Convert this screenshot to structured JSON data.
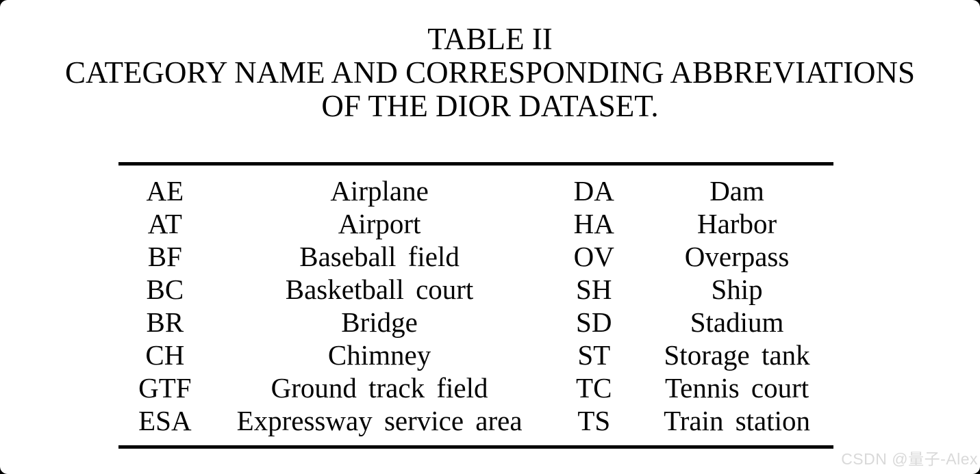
{
  "caption": {
    "line1": "TABLE II",
    "line2": "CATEGORY NAME AND CORRESPONDING ABBREVIATIONS",
    "line3": "OF THE DIOR DATASET."
  },
  "table": {
    "rows": [
      {
        "left_abbr": "AE",
        "left_name": "Airplane",
        "right_abbr": "DA",
        "right_name": "Dam"
      },
      {
        "left_abbr": "AT",
        "left_name": "Airport",
        "right_abbr": "HA",
        "right_name": "Harbor"
      },
      {
        "left_abbr": "BF",
        "left_name": "Baseball field",
        "right_abbr": "OV",
        "right_name": "Overpass"
      },
      {
        "left_abbr": "BC",
        "left_name": "Basketball court",
        "right_abbr": "SH",
        "right_name": "Ship"
      },
      {
        "left_abbr": "BR",
        "left_name": "Bridge",
        "right_abbr": "SD",
        "right_name": "Stadium"
      },
      {
        "left_abbr": "CH",
        "left_name": "Chimney",
        "right_abbr": "ST",
        "right_name": "Storage tank"
      },
      {
        "left_abbr": "GTF",
        "left_name": "Ground track field",
        "right_abbr": "TC",
        "right_name": "Tennis court"
      },
      {
        "left_abbr": "ESA",
        "left_name": "Expressway service area",
        "right_abbr": "TS",
        "right_name": "Train station"
      }
    ]
  },
  "watermark": {
    "text": "CSDN @量子-Alex"
  },
  "colors": {
    "text": "#000000",
    "rule": "#000000",
    "background": "#ffffff",
    "page_surround": "#000000",
    "watermark": "#d9d9d9"
  }
}
